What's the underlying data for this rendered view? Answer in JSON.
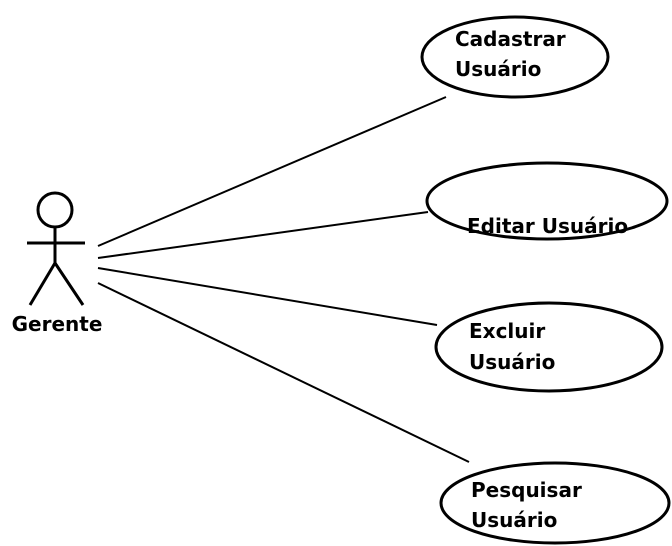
{
  "diagram": {
    "actor": {
      "name": "Gerente"
    },
    "use_cases": [
      {
        "line1": "Cadastrar",
        "line2": "Usuário"
      },
      {
        "line1": "Editar Usuário",
        "line2": ""
      },
      {
        "line1": "Excluir",
        "line2": "Usuário"
      },
      {
        "line1": "Pesquisar",
        "line2": "Usuário"
      }
    ]
  },
  "colors": {
    "stroke": "#000000",
    "background": "#ffffff"
  }
}
